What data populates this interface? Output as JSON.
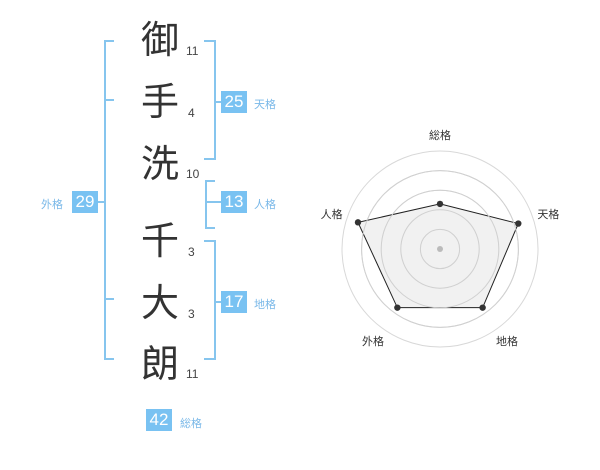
{
  "name": {
    "characters": [
      {
        "char": "御",
        "strokes": "11"
      },
      {
        "char": "手",
        "strokes": "4"
      },
      {
        "char": "洗",
        "strokes": "10"
      },
      {
        "char": "千",
        "strokes": "3"
      },
      {
        "char": "大",
        "strokes": "3"
      },
      {
        "char": "朗",
        "strokes": "11"
      }
    ]
  },
  "kakusu": {
    "tenkaku": {
      "label": "天格",
      "value": "25"
    },
    "jinkaku": {
      "label": "人格",
      "value": "13"
    },
    "chikaku": {
      "label": "地格",
      "value": "17"
    },
    "gaikaku": {
      "label": "外格",
      "value": "29"
    },
    "soukaku": {
      "label": "総格",
      "value": "42"
    }
  },
  "radar": {
    "axes": [
      "総格",
      "天格",
      "地格",
      "外格",
      "人格"
    ],
    "levels": 5,
    "values": [
      2.3,
      4.2,
      3.7,
      3.7,
      4.4
    ],
    "max": 5
  },
  "colors": {
    "accent": "#79c2f2",
    "bracket": "#86c5ee",
    "radar_fill": "#eeeeee",
    "radar_line": "#222222"
  }
}
